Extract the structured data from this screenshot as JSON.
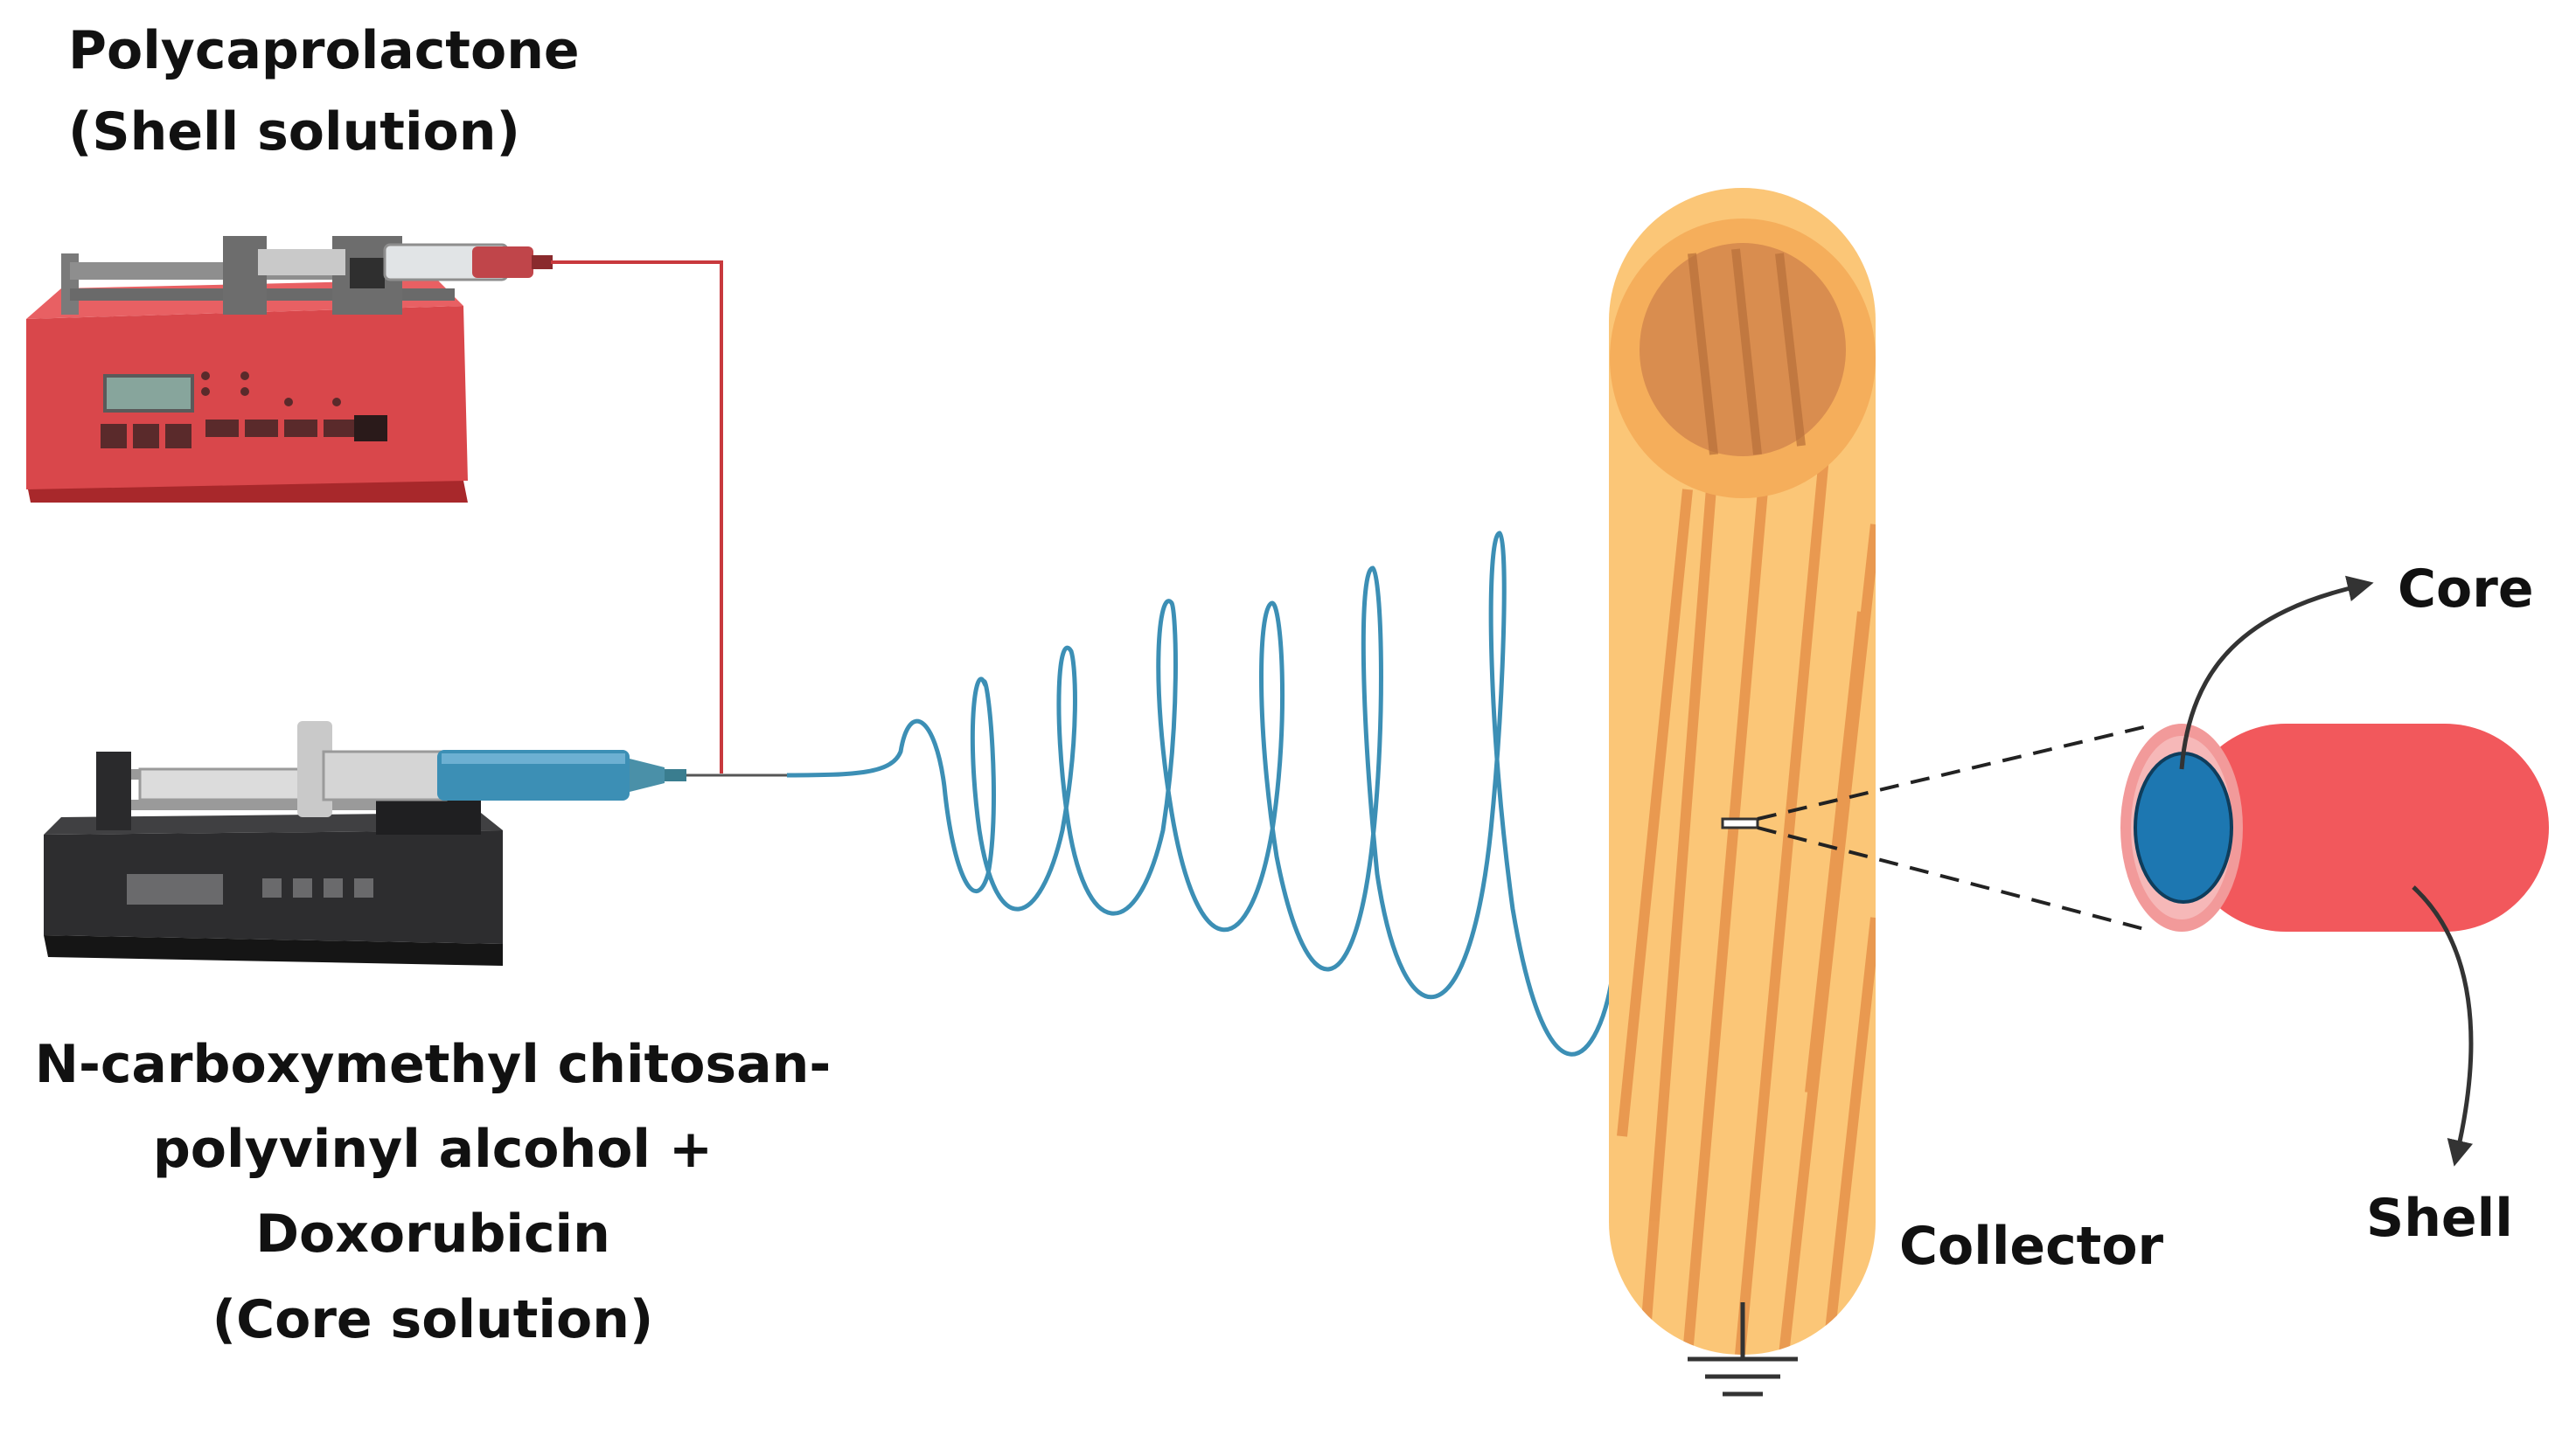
{
  "labels": {
    "shell_solution": [
      "Polycaprolactone",
      "(Shell solution)"
    ],
    "core_solution": [
      "N-carboxymethyl chitosan-",
      "polyvinyl alcohol +",
      "Doxorubicin",
      "(Core solution)"
    ],
    "collector": "Collector",
    "core": "Core",
    "shell": "Shell"
  },
  "colors": {
    "shell_pump_body": "#d9474b",
    "core_pump_body": "#2d2d2f",
    "shell_tube_line": "#c8393d",
    "jet_blue": "#3c8fb5",
    "collector_light": "#fbc677",
    "collector_stripe": "#e6924a",
    "collector_inner": "#d98d4f",
    "fiber_shell": "#f2585c",
    "fiber_core": "#1d77b1",
    "text": "#111111"
  },
  "icons": [
    "syringe-pump-icon",
    "syringe-icon",
    "ground-symbol-icon",
    "arrow-icon"
  ]
}
